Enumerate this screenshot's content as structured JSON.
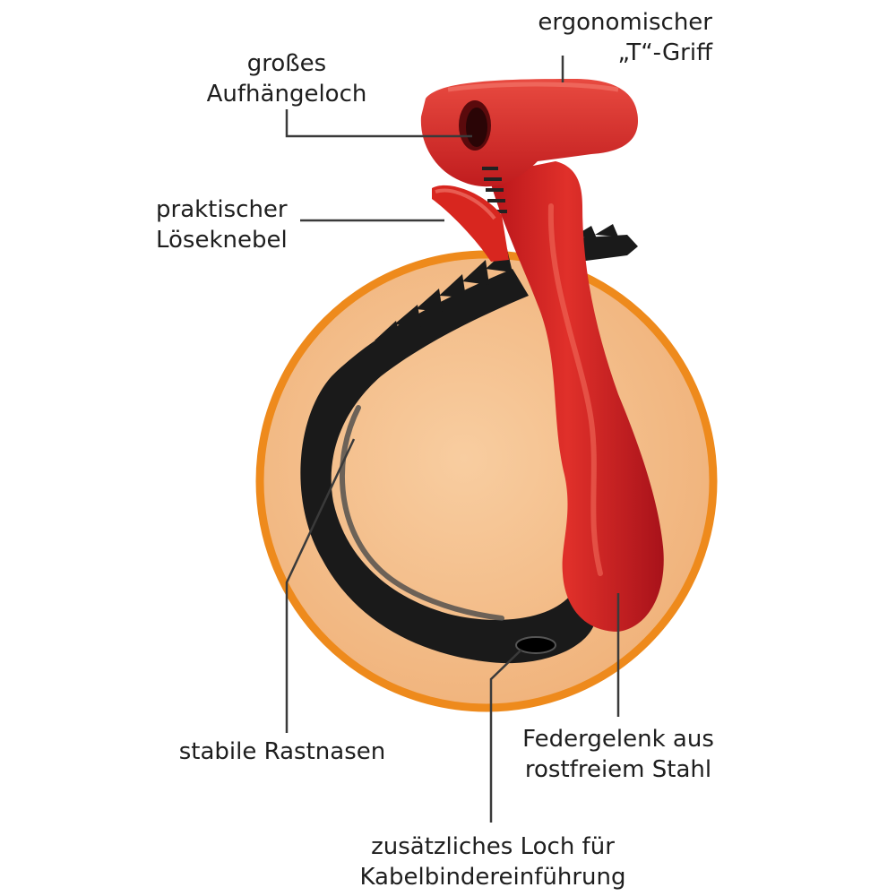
{
  "colors": {
    "background": "#ffffff",
    "circle_fill": "#f4c08d",
    "circle_stroke": "#ee8a1c",
    "handle_red": "#d4201d",
    "handle_red_dark": "#9d0f10",
    "handle_red_light": "#ee5a4c",
    "strap_black": "#1a1a1a",
    "strap_highlight": "#4a4a4a",
    "leader_line": "#3a3a3a",
    "text": "#1e1e1e"
  },
  "labels": {
    "t_grip": {
      "line1": "ergonomischer",
      "line2": "„T“-Griff"
    },
    "hang_hole": {
      "line1": "großes",
      "line2": "Aufhängeloch"
    },
    "release_lever": {
      "line1": "praktischer",
      "line2": "Löseknebel"
    },
    "ratchet_teeth": {
      "line1": "stabile Rastnasen"
    },
    "spring_joint": {
      "line1": "Federgelenk aus",
      "line2": "rostfreiem Stahl"
    },
    "tie_hole": {
      "line1": "zusätzliches Loch für",
      "line2": "Kabelbindereinführung"
    }
  }
}
